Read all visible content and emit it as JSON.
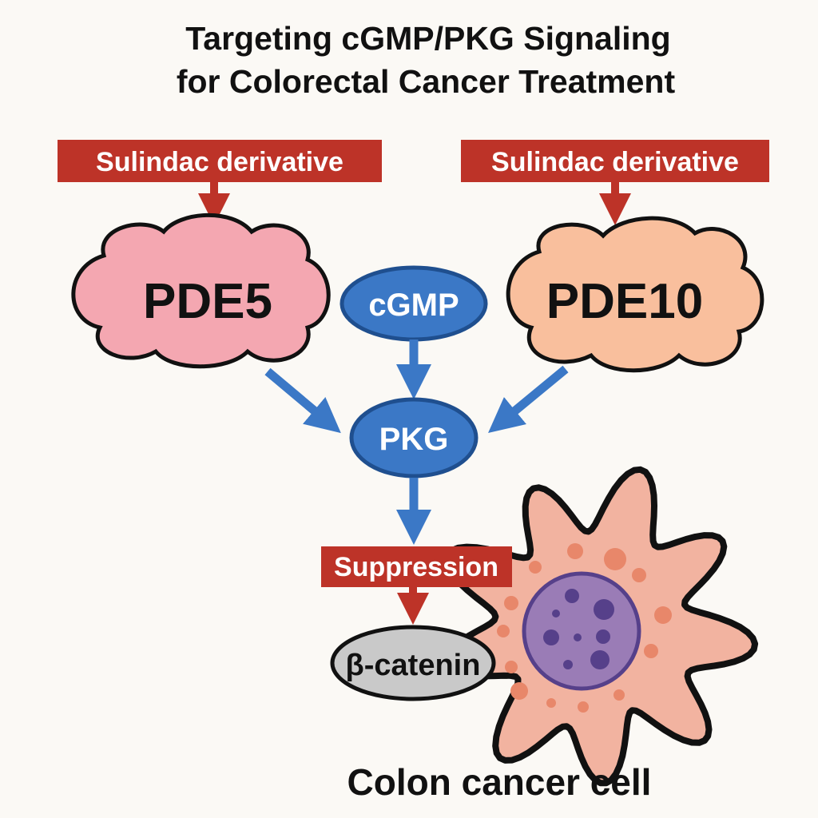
{
  "title": {
    "line1": "Targeting cGMP/PKG Signaling",
    "line2": "for Colorectal Cancer Treatment"
  },
  "drugs": {
    "left": "Sulindac derivative",
    "right": "Sulindac derivative"
  },
  "nodes": {
    "pde5": "PDE5",
    "pde10": "PDE10",
    "cgmp": "cGMP",
    "pkg": "PKG",
    "suppression": "Suppression",
    "beta_catenin": "β-catenin"
  },
  "cell_label": "Colon cancer cell",
  "colors": {
    "red": "#bd3328",
    "blue": "#3b78c6",
    "blue_dark": "#1f4f8f",
    "pink": "#f4a7b1",
    "peach": "#f9bf9d",
    "cell": "#f2b3a0",
    "cell_dots": "#e8876a",
    "nucleus": "#9a7cb6",
    "nucleus_dark": "#56408a",
    "grey": "#c9c9c9"
  }
}
